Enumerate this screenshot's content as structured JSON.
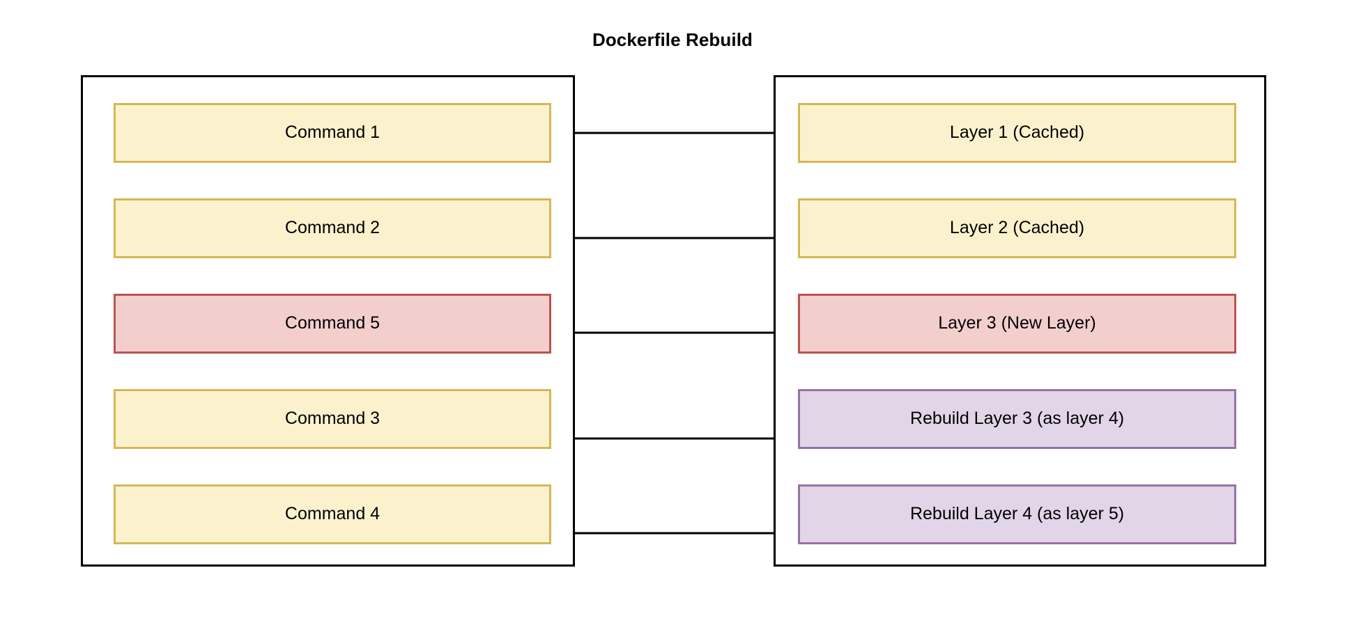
{
  "diagram": {
    "title": "Dockerfile Rebuild",
    "type": "flow-diagram",
    "panels": {
      "left": {
        "name": "commands-panel",
        "nodes": [
          {
            "id": "command-1",
            "label": "Command 1",
            "style": "yellow"
          },
          {
            "id": "command-2",
            "label": "Command 2",
            "style": "yellow"
          },
          {
            "id": "command-5",
            "label": "Command 5",
            "style": "red"
          },
          {
            "id": "command-3",
            "label": "Command 3",
            "style": "yellow"
          },
          {
            "id": "command-4",
            "label": "Command 4",
            "style": "yellow"
          }
        ]
      },
      "right": {
        "name": "layers-panel",
        "nodes": [
          {
            "id": "layer-1",
            "label": "Layer 1 (Cached)",
            "style": "yellow"
          },
          {
            "id": "layer-2",
            "label": "Layer 2 (Cached)",
            "style": "yellow"
          },
          {
            "id": "layer-3",
            "label": "Layer 3 (New Layer)",
            "style": "red"
          },
          {
            "id": "layer-4",
            "label": "Rebuild Layer 3 (as layer 4)",
            "style": "purple"
          },
          {
            "id": "layer-5",
            "label": "Rebuild Layer 4 (as layer 5)",
            "style": "purple"
          }
        ]
      }
    },
    "edges": [
      {
        "from": "command-1",
        "to": "layer-1"
      },
      {
        "from": "command-2",
        "to": "layer-2"
      },
      {
        "from": "command-5",
        "to": "layer-3"
      },
      {
        "from": "command-3",
        "to": "layer-4"
      },
      {
        "from": "command-4",
        "to": "layer-5"
      }
    ],
    "colors": {
      "yellow_fill": "#fbf2cd",
      "yellow_stroke": "#d6b656",
      "red_fill": "#f2cfcd",
      "red_stroke": "#b85450",
      "purple_fill": "#e1d5e7",
      "purple_stroke": "#9673a6",
      "panel_stroke": "#000000",
      "edge_stroke": "#000000",
      "background": "#ffffff",
      "text": "#000000"
    }
  }
}
